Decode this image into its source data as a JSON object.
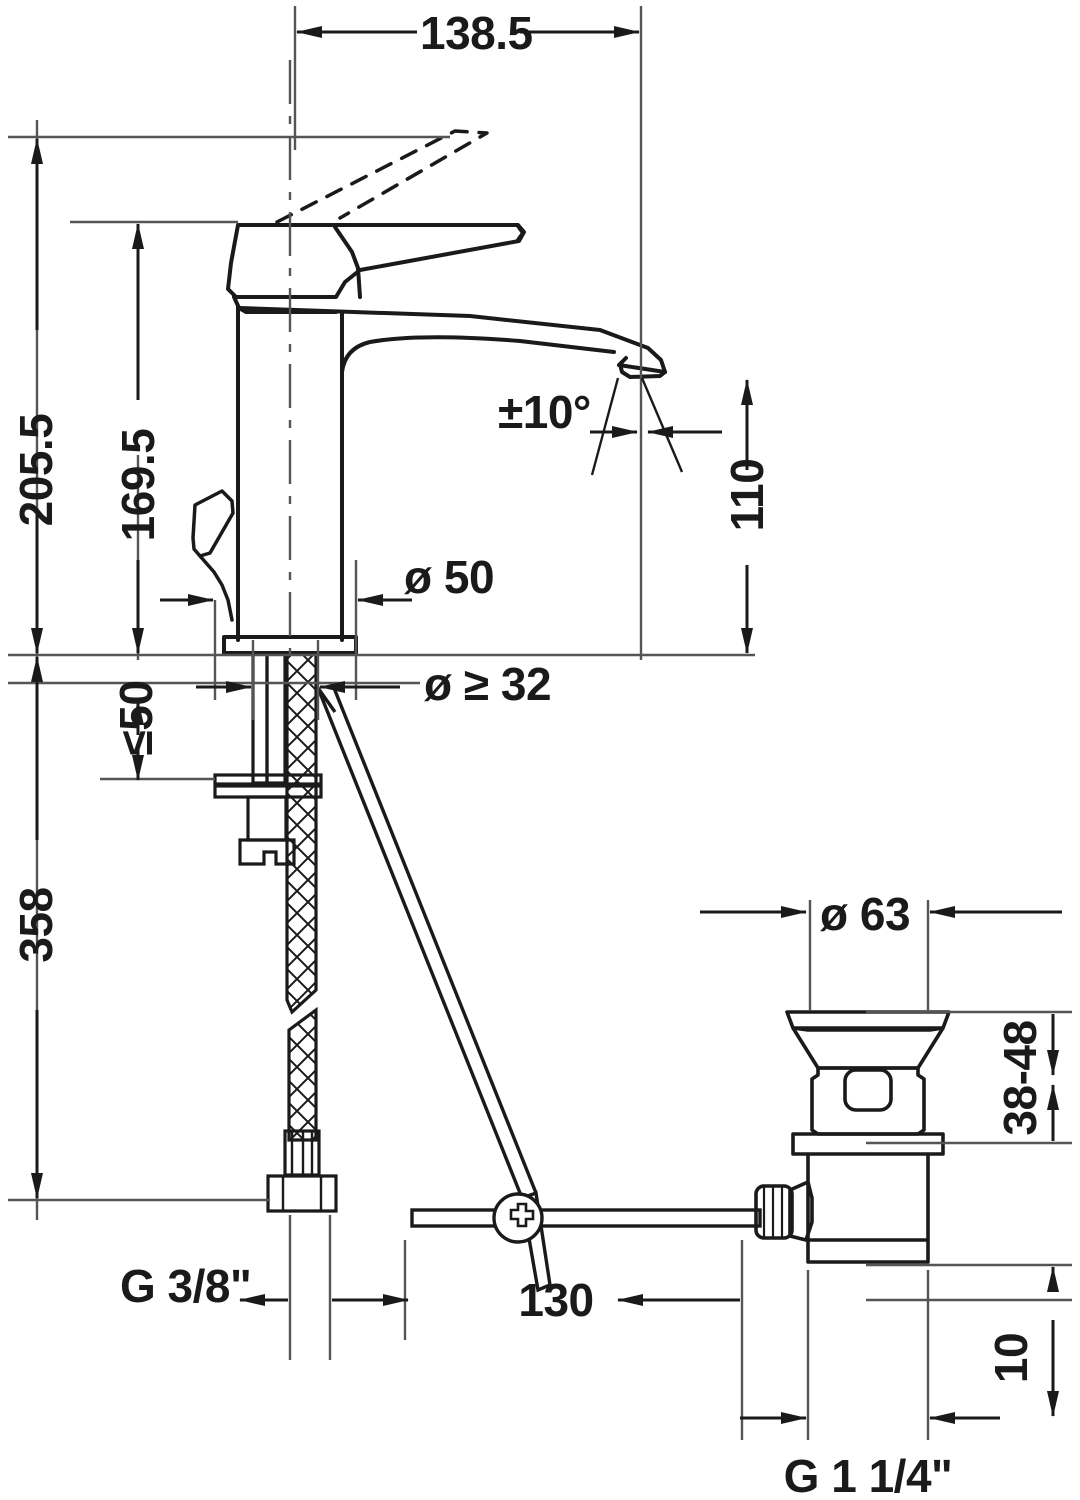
{
  "drawing": {
    "title": "Basin mixer technical dimension drawing",
    "units": "mm",
    "line_color": "#1a1a1a",
    "thin_line_color": "#555555",
    "background": "#ffffff"
  },
  "dimensions": {
    "overall_width": "138.5",
    "overall_height": "205.5",
    "spout_height": "169.5",
    "projection_height": "110",
    "body_diameter": "ø 50",
    "hole_diameter": "ø ≥ 32",
    "counter_thickness": "≤50",
    "hose_length": "358",
    "swivel_angle": "±10°",
    "drain_flange_diameter": "ø 63",
    "drain_range": "38-48",
    "rod_length": "130",
    "drain_offset": "10",
    "supply_thread": "G 3/8\"",
    "waste_thread": "G 1 1/4\""
  },
  "labels": [
    {
      "id": "width-138-5",
      "text": "138.5",
      "name": "dimension-label-overall-width"
    },
    {
      "id": "height-205-5",
      "text": "205.5",
      "name": "dimension-label-overall-height"
    },
    {
      "id": "height-169-5",
      "text": "169.5",
      "name": "dimension-label-spout-height"
    },
    {
      "id": "dia-50",
      "text": "ø 50",
      "name": "dimension-label-body-diameter"
    },
    {
      "id": "angle-10",
      "text": "±10°",
      "name": "dimension-label-swivel-angle"
    },
    {
      "id": "height-110",
      "text": "110",
      "name": "dimension-label-projection-height"
    },
    {
      "id": "dia-32",
      "text": "ø ≥ 32",
      "name": "dimension-label-hole-diameter"
    },
    {
      "id": "thk-50",
      "text": "50",
      "name": "dimension-label-counter-thickness"
    },
    {
      "id": "thk-50-sym",
      "text": "≤",
      "name": "dimension-label-counter-thickness-symbol"
    },
    {
      "id": "len-358",
      "text": "358",
      "name": "dimension-label-hose-length"
    },
    {
      "id": "thread-g38",
      "text": "G 3/8\"",
      "name": "dimension-label-supply-thread"
    },
    {
      "id": "dia-63",
      "text": "ø 63",
      "name": "dimension-label-drain-flange-diameter"
    },
    {
      "id": "range-3848",
      "text": "38-48",
      "name": "dimension-label-drain-range"
    },
    {
      "id": "len-130",
      "text": "130",
      "name": "dimension-label-rod-length"
    },
    {
      "id": "off-10",
      "text": "10",
      "name": "dimension-label-drain-offset"
    },
    {
      "id": "thread-g114",
      "text": "G 11/4\"",
      "name": "dimension-label-waste-thread"
    }
  ]
}
